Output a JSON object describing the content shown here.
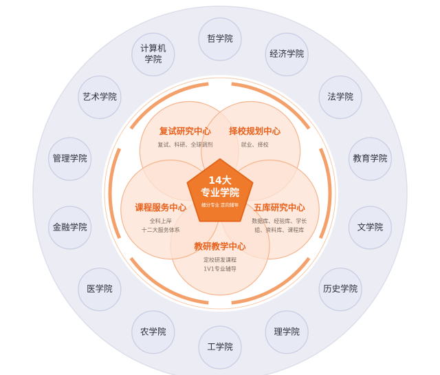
{
  "colors": {
    "outer_ring": "#ecedf4",
    "outer_ring_border": "#dcdeea",
    "inner_disk": "#ffffff",
    "school_fill": "#e7e9f5",
    "school_stroke": "#c9cde2",
    "school_text": "#2b2f3a",
    "accent_ring": "#f3a06a",
    "petal_fill": "#fde3d3",
    "petal_stroke": "#f6b48d",
    "petal_title": "#e8611d",
    "petal_text": "#7a6a60",
    "center_fill": "#f07a2c",
    "center_text": "#ffffff"
  },
  "schools": [
    {
      "lines": [
        "哲学院"
      ]
    },
    {
      "lines": [
        "经济学院"
      ]
    },
    {
      "lines": [
        "法学院"
      ]
    },
    {
      "lines": [
        "教育学院"
      ]
    },
    {
      "lines": [
        "文学院"
      ]
    },
    {
      "lines": [
        "历史学院"
      ]
    },
    {
      "lines": [
        "理学院"
      ]
    },
    {
      "lines": [
        "工学院"
      ]
    },
    {
      "lines": [
        "农学院"
      ]
    },
    {
      "lines": [
        "医学院"
      ]
    },
    {
      "lines": [
        "金融学院"
      ]
    },
    {
      "lines": [
        "管理学院"
      ]
    },
    {
      "lines": [
        "艺术学院"
      ]
    },
    {
      "lines": [
        "计算机",
        "学院"
      ]
    }
  ],
  "centers": [
    {
      "title": "复试研究中心",
      "desc": [
        "复试、科研、全球调剂"
      ]
    },
    {
      "title": "择校规划中心",
      "desc": [
        "就业、择校"
      ]
    },
    {
      "title": "五库研究中心",
      "desc": [
        "数据库、经验库、学长",
        "姐、资料库、课程库"
      ]
    },
    {
      "title": "教研教学中心",
      "desc": [
        "定校研发课程",
        "1V1专业辅导"
      ]
    },
    {
      "title": "课程服务中心",
      "desc": [
        "全科上岸",
        "十二大服务体系"
      ]
    }
  ],
  "center": {
    "line1": "14大",
    "line2": "专业学院",
    "sub": "细分专业 定向辅导"
  }
}
